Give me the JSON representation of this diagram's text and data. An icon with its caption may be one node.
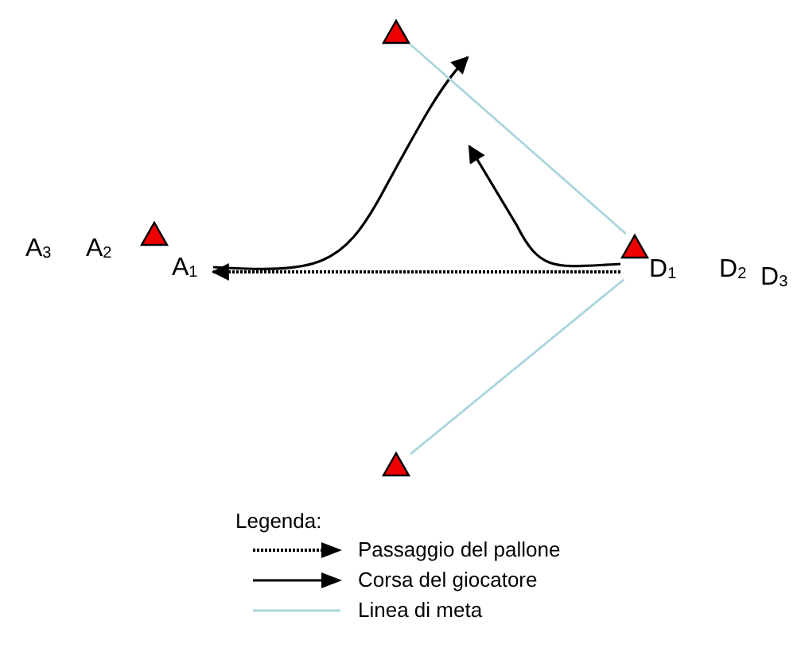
{
  "diagram": {
    "nodes": [
      {
        "text": [],
        "shape": "triangle"
      },
      {
        "text": [],
        "shape": "triangle",
        "beside": [
          "A$_{1}$"
        ]
      },
      {
        "text": [],
        "shape": "triangle",
        "beside": [
          "D$_{1}$"
        ]
      },
      {
        "text": [],
        "shape": "triangle"
      }
    ],
    "edges": [
      {
        "from": 2,
        "to": 1,
        "arrow": "to",
        "style": "dashed"
      },
      {
        "from": 1,
        "to": null,
        "arrow": "to"
      },
      {
        "from": 2,
        "to": null,
        "arrow": "to"
      },
      {
        "from": 0,
        "to": 2,
        "arrow": "none",
        "color": "#a9d6dc"
      },
      {
        "from": 2,
        "to": 3,
        "arrow": "none",
        "color": "#a9d6dc"
      }
    ],
    "labels": [
      "A$_{3}$",
      "A$_{2}$",
      "D$_{2}$",
      "D$_{3}$",
      "Legenda:"
    ],
    "legend": [
      {
        "text": "Passaggio del pallone"
      },
      {
        "text": "Corsa del giocatore"
      },
      {
        "text": "Linea di meta"
      }
    ]
  }
}
